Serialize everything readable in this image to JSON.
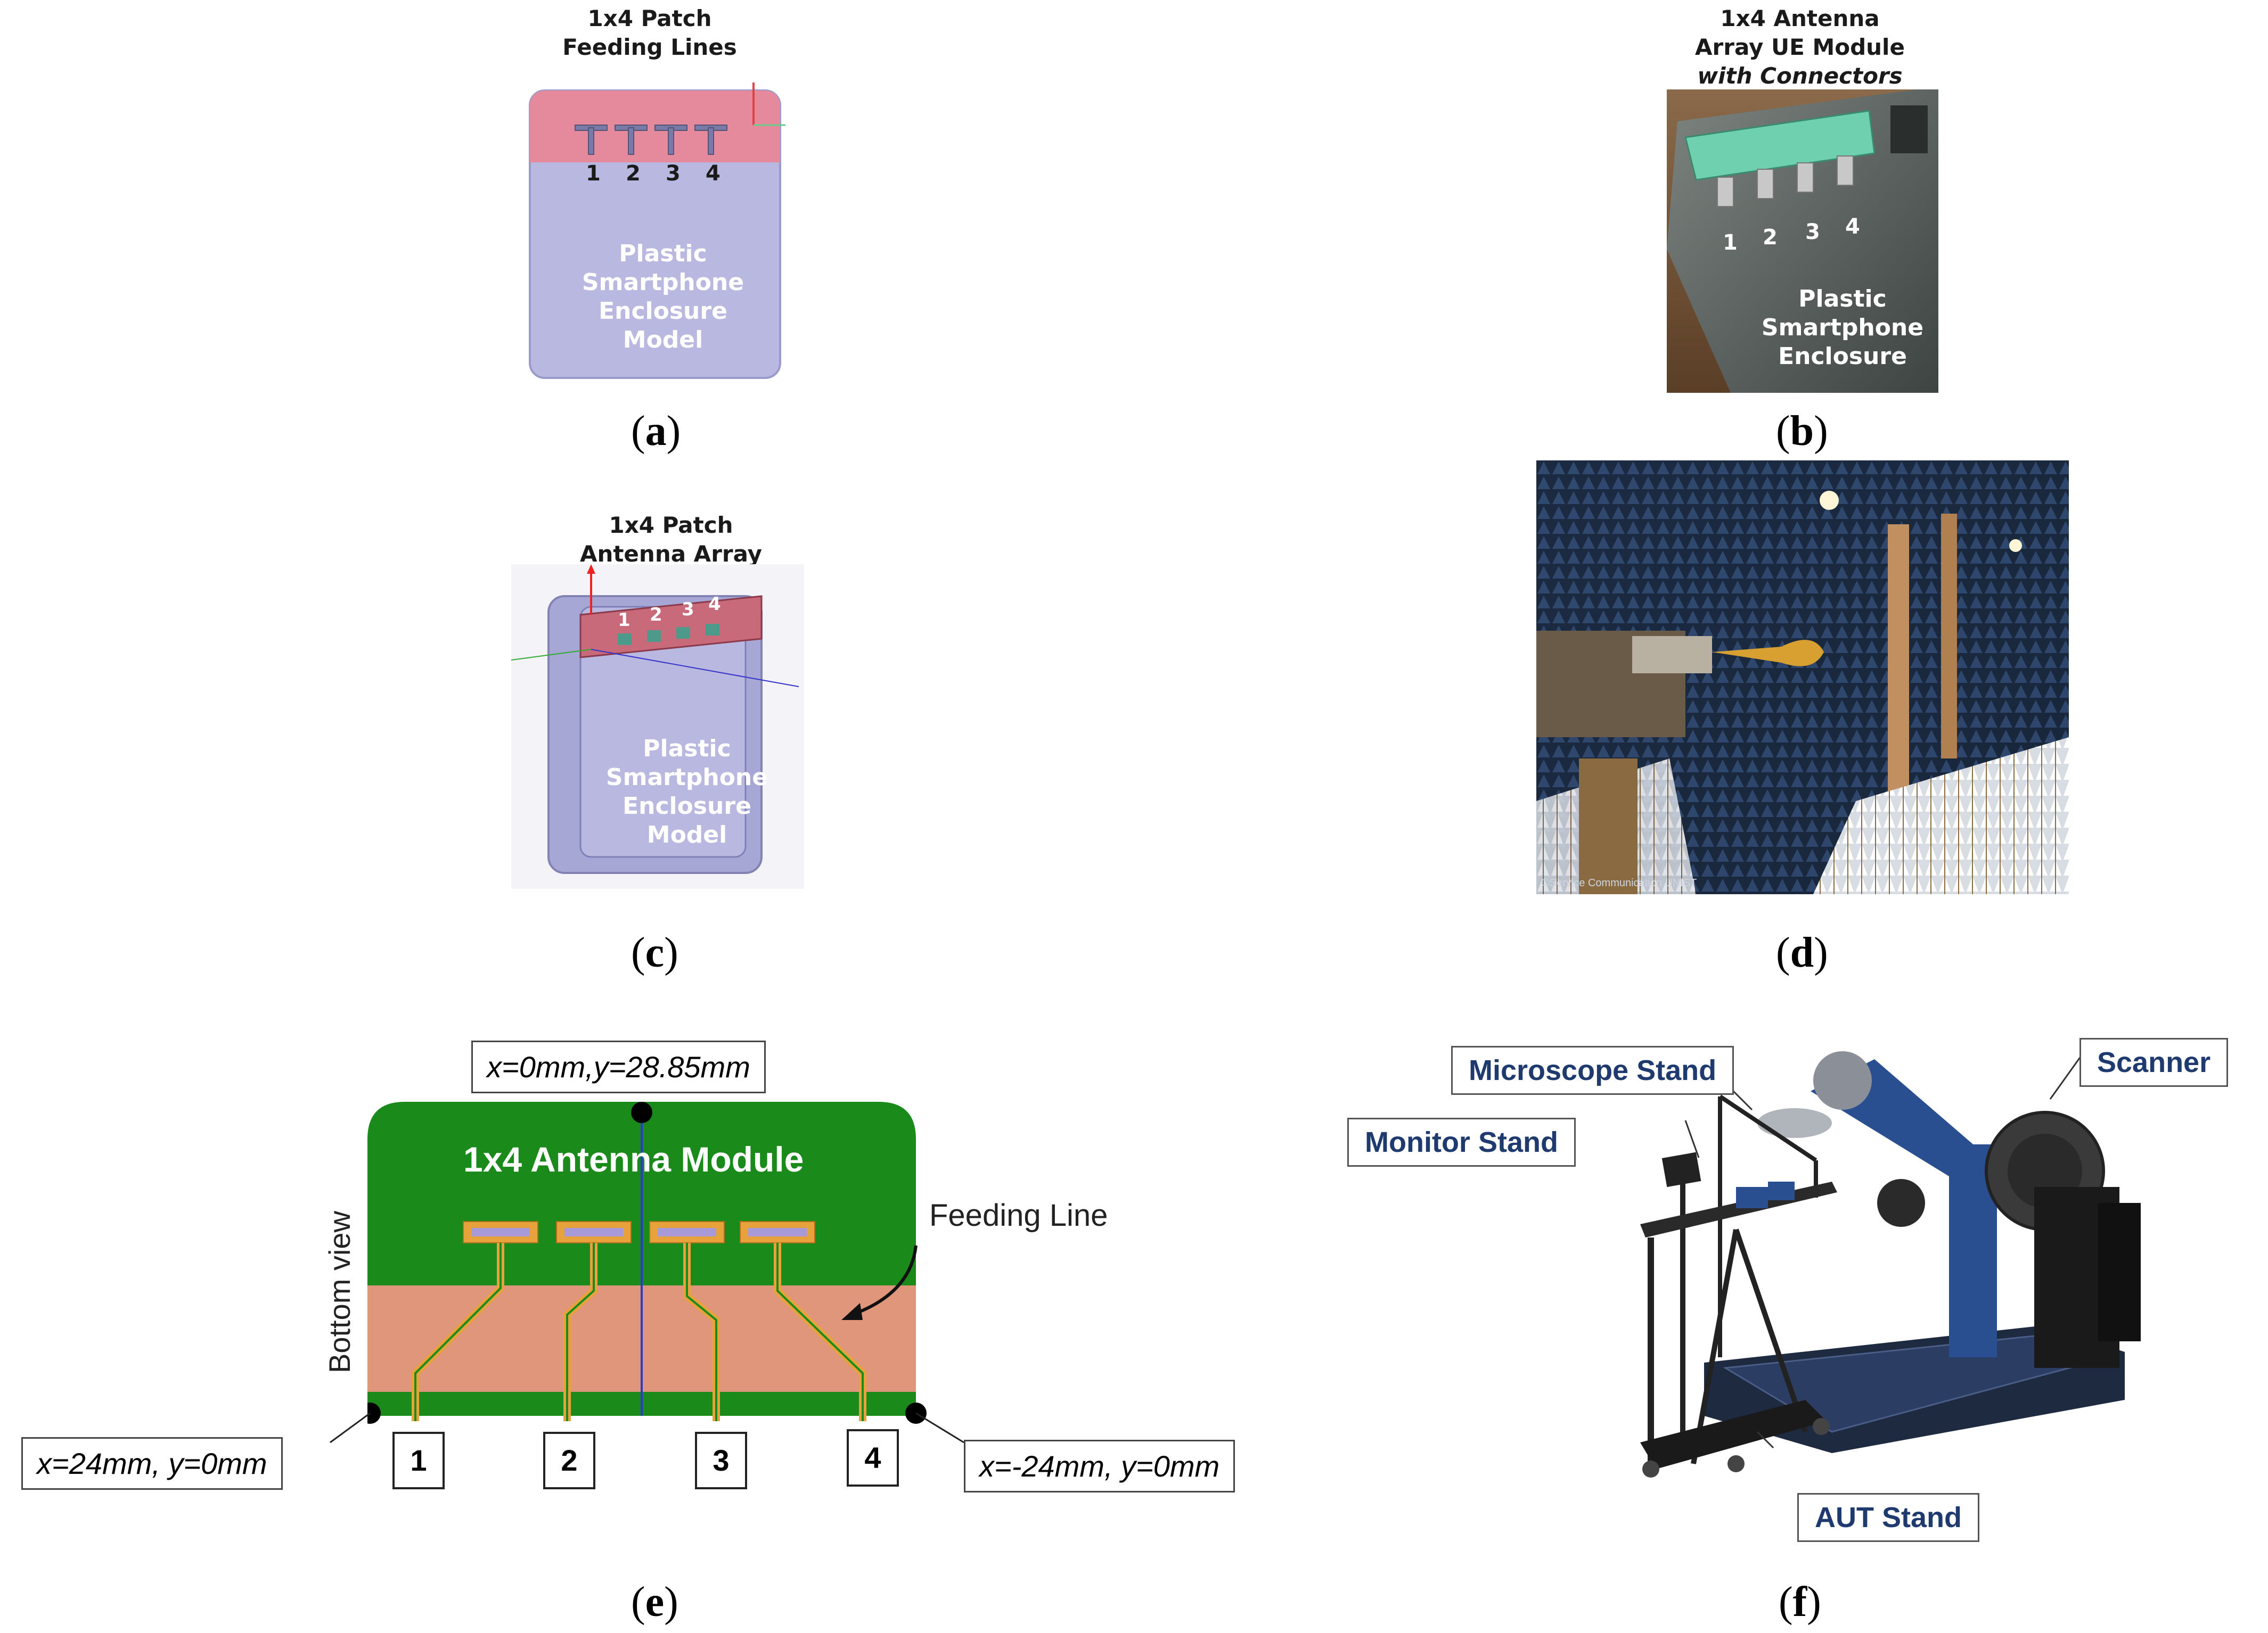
{
  "panel_a": {
    "title_line1": "1x4 Patch",
    "title_line2": "Feeding Lines",
    "ports": [
      "1",
      "2",
      "3",
      "4"
    ],
    "enclosure_text": [
      "Plastic",
      "Smartphone",
      "Enclosure",
      "Model"
    ],
    "caption": "a"
  },
  "panel_b": {
    "title_line1": "1x4 Antenna",
    "title_line2": "Array UE Module",
    "title_line3": "with Connectors",
    "ports": [
      "1",
      "2",
      "3",
      "4"
    ],
    "enclosure_text": [
      "Plastic",
      "Smartphone",
      "Enclosure"
    ],
    "caption": "b"
  },
  "panel_c": {
    "title_line1": "1x4 Patch",
    "title_line2": "Antenna Array",
    "ports": [
      "1",
      "2",
      "3",
      "4"
    ],
    "enclosure_text": [
      "Plastic",
      "Smartphone",
      "Enclosure",
      "Model"
    ],
    "caption": "c"
  },
  "panel_d": {
    "copyright": "©Service Communication UNIST",
    "caption": "d"
  },
  "panel_e": {
    "top_coord": "x=0mm,y=28.85mm",
    "left_coord": "x=24mm, y=0mm",
    "right_coord": "x=-24mm, y=0mm",
    "module_title": "1x4 Antenna Module",
    "feeding_label": "Feeding Line",
    "side_label": "Bottom view",
    "ports": [
      "1",
      "2",
      "3",
      "4"
    ],
    "caption": "e",
    "colors": {
      "board_green": "#1a8a1a",
      "copper": "#e0967a",
      "trace": "#e8a23c",
      "axis": "#2b3bd1"
    }
  },
  "panel_f": {
    "microscope": "Microscope Stand",
    "monitor": "Monitor Stand",
    "scanner": "Scanner",
    "aut": "AUT Stand",
    "caption": "f",
    "colors": {
      "label_text": "#1f3a6e",
      "arm_blue": "#2a4f91"
    }
  }
}
